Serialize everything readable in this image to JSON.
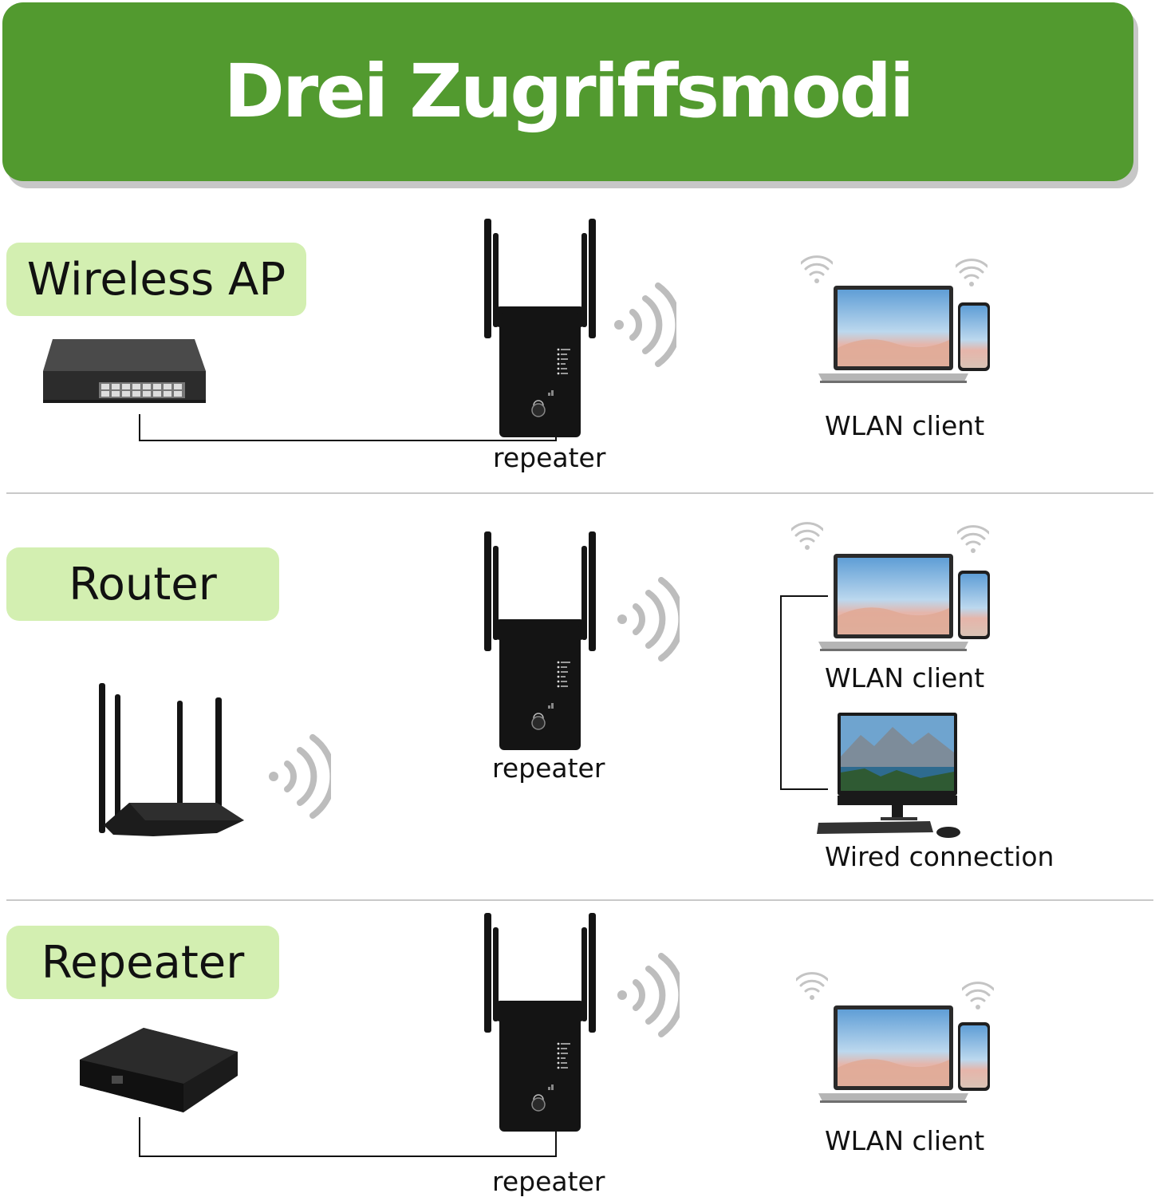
{
  "banner": {
    "title": "Drei Zugriffsmodi"
  },
  "colors": {
    "banner_green": "#529a2f",
    "label_green": "#d3efb1",
    "device_black": "#141414",
    "wave_gray": "#bdbdbd"
  },
  "modes": [
    {
      "label": "Wireless AP",
      "repeater_caption": "repeater",
      "clients": [
        "WLAN client"
      ],
      "source_icon": "network-switch-icon"
    },
    {
      "label": "Router",
      "repeater_caption": "repeater",
      "clients": [
        "WLAN client",
        "Wired connection"
      ],
      "source_icon": "wifi-router-icon"
    },
    {
      "label": "Repeater",
      "repeater_caption": "repeater",
      "clients": [
        "WLAN client"
      ],
      "source_icon": "modem-box-icon"
    }
  ]
}
